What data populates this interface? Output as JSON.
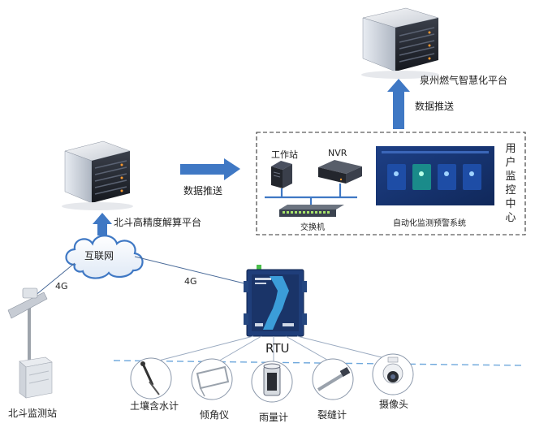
{
  "top_platform": {
    "label": "泉州燃气智慧化平台"
  },
  "push_up": {
    "label": "数据推送"
  },
  "beidou_platform": {
    "label": "北斗高精度解算平台"
  },
  "push_right": {
    "label": "数据推送"
  },
  "user_center": {
    "label": "用户监控中心",
    "workstation": "工作站",
    "nvr": "NVR",
    "switch": "交换机",
    "system": "自动化监测预警系统"
  },
  "internet": {
    "label": "互联网"
  },
  "link_left": {
    "label": "4G"
  },
  "link_right": {
    "label": "4G"
  },
  "rtu": {
    "label": "RTU"
  },
  "station": {
    "label": "北斗监测站"
  },
  "sensors": [
    {
      "label": "土壤含水计"
    },
    {
      "label": "倾角仪"
    },
    {
      "label": "雨量计"
    },
    {
      "label": "裂缝计"
    },
    {
      "label": "摄像头"
    }
  ],
  "colors": {
    "arrow": "#3f78c4",
    "rtu_body": "#1f3e7a",
    "dash": "#6fa8dc",
    "line": "#4a6b99"
  }
}
